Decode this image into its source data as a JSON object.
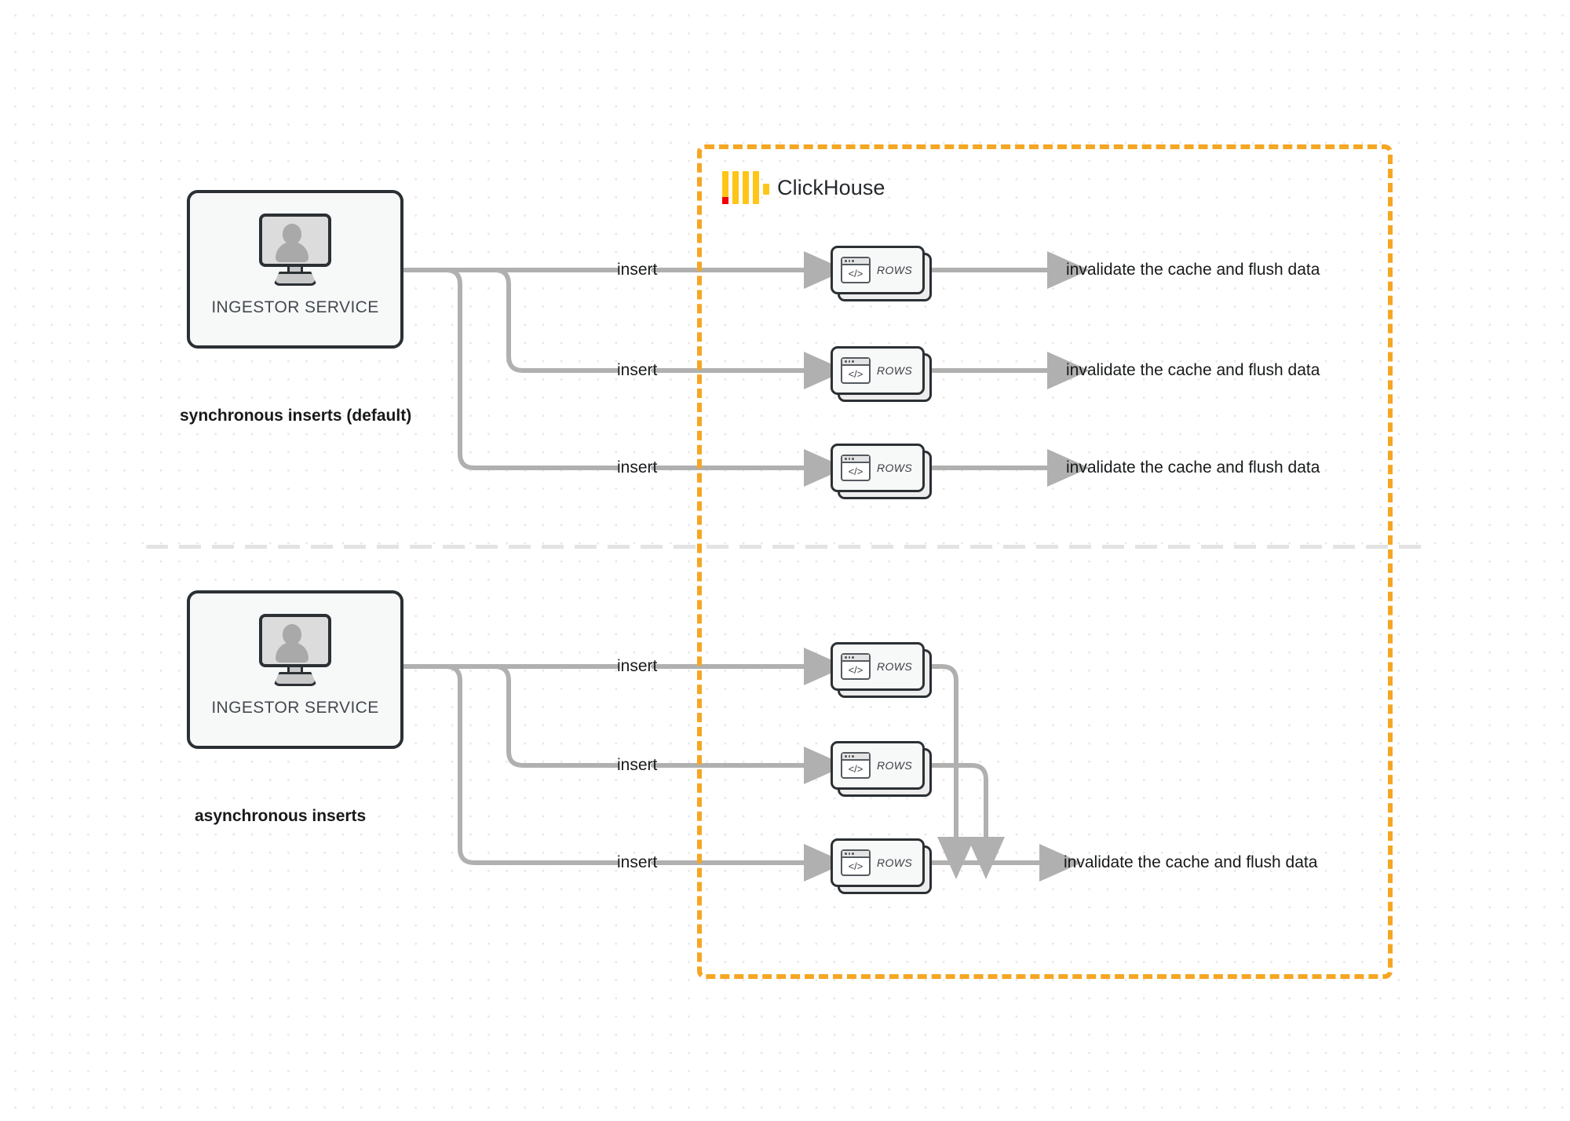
{
  "diagram": {
    "title": "ClickHouse synchronous vs asynchronous inserts",
    "accent_color": "#f5a623",
    "logo_color": "#ffc517",
    "logo_accent": "#f00000",
    "line_color": "#b0b0b0",
    "node_border_color": "#2b3034"
  },
  "clickhouse": {
    "label": "ClickHouse",
    "logo_name": "clickhouse-logo"
  },
  "sections": [
    {
      "id": "sync",
      "caption": "synchronous inserts (default)",
      "source": {
        "label": "INGESTOR SERVICE",
        "icon": "monitor-user-icon"
      },
      "flows": [
        {
          "insert_label": "insert",
          "target_label": "ROWS",
          "outcome_label": "invalidate the cache and flush data"
        },
        {
          "insert_label": "insert",
          "target_label": "ROWS",
          "outcome_label": "invalidate the cache and flush data"
        },
        {
          "insert_label": "insert",
          "target_label": "ROWS",
          "outcome_label": "invalidate the cache and flush data"
        }
      ]
    },
    {
      "id": "async",
      "caption": "asynchronous inserts",
      "source": {
        "label": "INGESTOR SERVICE",
        "icon": "monitor-user-icon"
      },
      "flows": [
        {
          "insert_label": "insert",
          "target_label": "ROWS"
        },
        {
          "insert_label": "insert",
          "target_label": "ROWS"
        },
        {
          "insert_label": "insert",
          "target_label": "ROWS"
        }
      ],
      "merged_outcome_label": "invalidate the cache and flush data"
    }
  ]
}
